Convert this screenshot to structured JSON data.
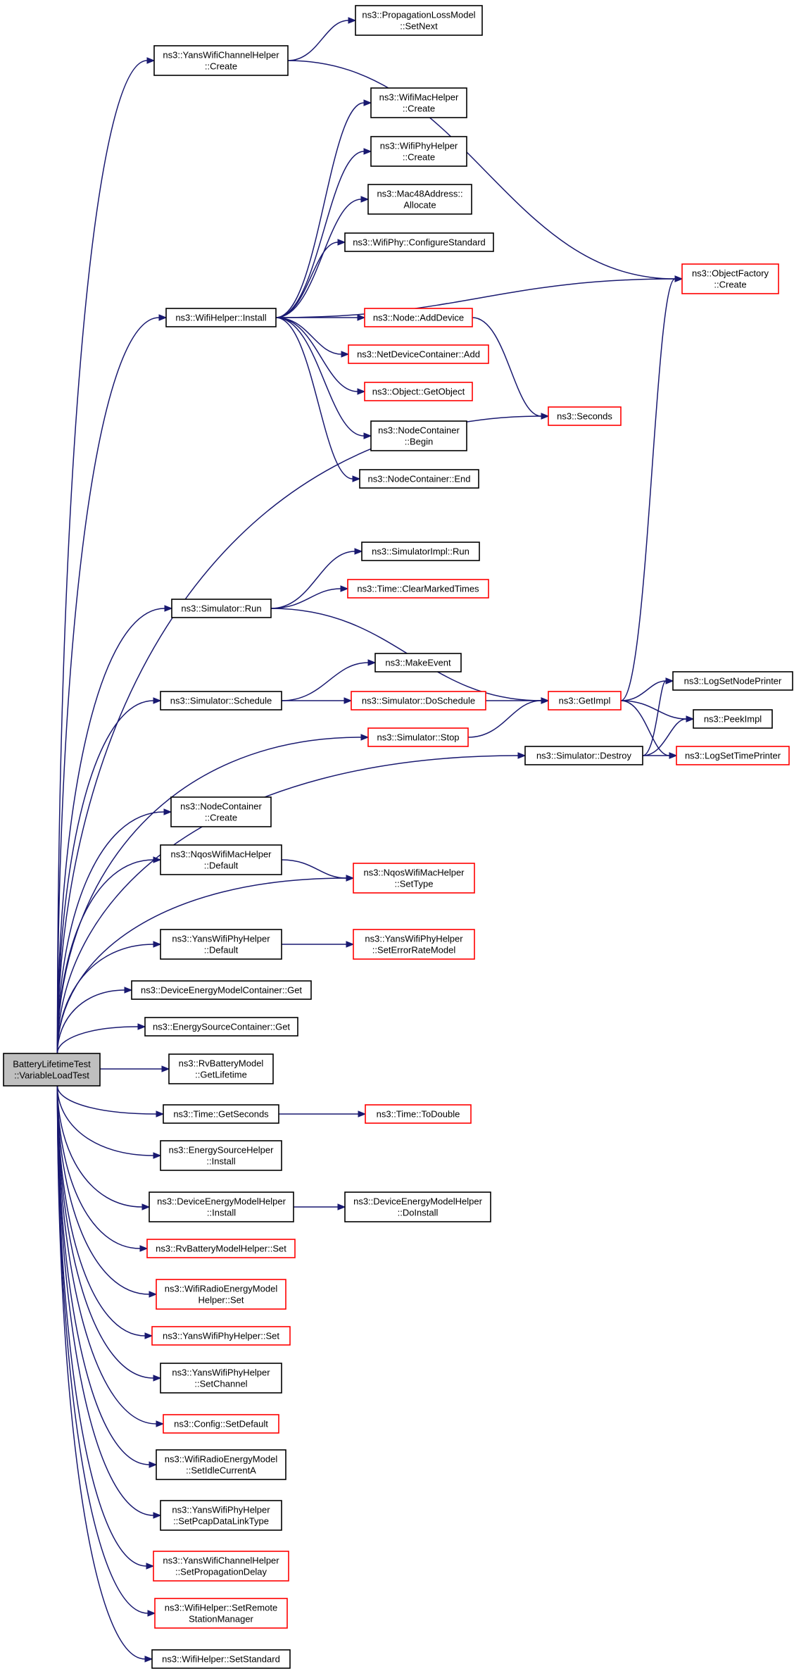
{
  "diagram": {
    "root": "BatteryLifetimeTest::VariableLoadTest",
    "nodes": [
      {
        "id": "root",
        "lines": [
          "BatteryLifetimeTest",
          "::VariableLoadTest"
        ],
        "style": "root"
      },
      {
        "id": "yans_chan_create",
        "lines": [
          "ns3::YansWifiChannelHelper",
          "::Create"
        ],
        "style": "normal"
      },
      {
        "id": "prop_setnext",
        "lines": [
          "ns3::PropagationLossModel",
          "::SetNext"
        ],
        "style": "normal"
      },
      {
        "id": "mac_create",
        "lines": [
          "ns3::WifiMacHelper",
          "::Create"
        ],
        "style": "normal"
      },
      {
        "id": "phy_create",
        "lines": [
          "ns3::WifiPhyHelper",
          "::Create"
        ],
        "style": "normal"
      },
      {
        "id": "mac48_alloc",
        "lines": [
          "ns3::Mac48Address::",
          "Allocate"
        ],
        "style": "normal"
      },
      {
        "id": "configstd",
        "lines": [
          "ns3::WifiPhy::ConfigureStandard"
        ],
        "style": "normal"
      },
      {
        "id": "objfactory",
        "lines": [
          "ns3::ObjectFactory",
          "::Create"
        ],
        "style": "red"
      },
      {
        "id": "wifi_install",
        "lines": [
          "ns3::WifiHelper::Install"
        ],
        "style": "normal"
      },
      {
        "id": "node_adddev",
        "lines": [
          "ns3::Node::AddDevice"
        ],
        "style": "red"
      },
      {
        "id": "ndc_add",
        "lines": [
          "ns3::NetDeviceContainer::Add"
        ],
        "style": "red"
      },
      {
        "id": "getobject",
        "lines": [
          "ns3::Object::GetObject"
        ],
        "style": "red"
      },
      {
        "id": "seconds",
        "lines": [
          "ns3::Seconds"
        ],
        "style": "red"
      },
      {
        "id": "nc_begin",
        "lines": [
          "ns3::NodeContainer",
          "::Begin"
        ],
        "style": "normal"
      },
      {
        "id": "nc_end",
        "lines": [
          "ns3::NodeContainer::End"
        ],
        "style": "normal"
      },
      {
        "id": "simimpl_run",
        "lines": [
          "ns3::SimulatorImpl::Run"
        ],
        "style": "normal"
      },
      {
        "id": "sim_run",
        "lines": [
          "ns3::Simulator::Run"
        ],
        "style": "normal"
      },
      {
        "id": "clearmarked",
        "lines": [
          "ns3::Time::ClearMarkedTimes"
        ],
        "style": "red"
      },
      {
        "id": "makeevent",
        "lines": [
          "ns3::MakeEvent"
        ],
        "style": "normal"
      },
      {
        "id": "lognodeprinter",
        "lines": [
          "ns3::LogSetNodePrinter"
        ],
        "style": "normal"
      },
      {
        "id": "sim_schedule",
        "lines": [
          "ns3::Simulator::Schedule"
        ],
        "style": "normal"
      },
      {
        "id": "sim_doschedule",
        "lines": [
          "ns3::Simulator::DoSchedule"
        ],
        "style": "red"
      },
      {
        "id": "getimpl",
        "lines": [
          "ns3::GetImpl"
        ],
        "style": "red"
      },
      {
        "id": "peekimpl",
        "lines": [
          "ns3::PeekImpl"
        ],
        "style": "normal"
      },
      {
        "id": "sim_stop",
        "lines": [
          "ns3::Simulator::Stop"
        ],
        "style": "red"
      },
      {
        "id": "sim_destroy",
        "lines": [
          "ns3::Simulator::Destroy"
        ],
        "style": "normal"
      },
      {
        "id": "logtimeprinter",
        "lines": [
          "ns3::LogSetTimePrinter"
        ],
        "style": "red"
      },
      {
        "id": "nc_create",
        "lines": [
          "ns3::NodeContainer",
          "::Create"
        ],
        "style": "normal"
      },
      {
        "id": "nqos_default",
        "lines": [
          "ns3::NqosWifiMacHelper",
          "::Default"
        ],
        "style": "normal"
      },
      {
        "id": "nqos_settype",
        "lines": [
          "ns3::NqosWifiMacHelper",
          "::SetType"
        ],
        "style": "red"
      },
      {
        "id": "yansphy_default",
        "lines": [
          "ns3::YansWifiPhyHelper",
          "::Default"
        ],
        "style": "normal"
      },
      {
        "id": "yansphy_seterr",
        "lines": [
          "ns3::YansWifiPhyHelper",
          "::SetErrorRateModel"
        ],
        "style": "red"
      },
      {
        "id": "demc_get",
        "lines": [
          "ns3::DeviceEnergyModelContainer::Get"
        ],
        "style": "normal"
      },
      {
        "id": "esc_get",
        "lines": [
          "ns3::EnergySourceContainer::Get"
        ],
        "style": "normal"
      },
      {
        "id": "rv_getlifetime",
        "lines": [
          "ns3::RvBatteryModel",
          "::GetLifetime"
        ],
        "style": "normal"
      },
      {
        "id": "time_getseconds",
        "lines": [
          "ns3::Time::GetSeconds"
        ],
        "style": "normal"
      },
      {
        "id": "time_todouble",
        "lines": [
          "ns3::Time::ToDouble"
        ],
        "style": "red"
      },
      {
        "id": "esh_install",
        "lines": [
          "ns3::EnergySourceHelper",
          "::Install"
        ],
        "style": "normal"
      },
      {
        "id": "demh_install",
        "lines": [
          "ns3::DeviceEnergyModelHelper",
          "::Install"
        ],
        "style": "normal"
      },
      {
        "id": "demh_doinstall",
        "lines": [
          "ns3::DeviceEnergyModelHelper",
          "::DoInstall"
        ],
        "style": "normal"
      },
      {
        "id": "rvh_set",
        "lines": [
          "ns3::RvBatteryModelHelper::Set"
        ],
        "style": "red"
      },
      {
        "id": "wremh_set",
        "lines": [
          "ns3::WifiRadioEnergyModel",
          "Helper::Set"
        ],
        "style": "red"
      },
      {
        "id": "yansphy_set",
        "lines": [
          "ns3::YansWifiPhyHelper::Set"
        ],
        "style": "red"
      },
      {
        "id": "yansphy_setchannel",
        "lines": [
          "ns3::YansWifiPhyHelper",
          "::SetChannel"
        ],
        "style": "normal"
      },
      {
        "id": "config_setdefault",
        "lines": [
          "ns3::Config::SetDefault"
        ],
        "style": "red"
      },
      {
        "id": "wrem_setidle",
        "lines": [
          "ns3::WifiRadioEnergyModel",
          "::SetIdleCurrentA"
        ],
        "style": "normal"
      },
      {
        "id": "yansphy_setpcap",
        "lines": [
          "ns3::YansWifiPhyHelper",
          "::SetPcapDataLinkType"
        ],
        "style": "normal"
      },
      {
        "id": "yanschan_setprop",
        "lines": [
          "ns3::YansWifiChannelHelper",
          "::SetPropagationDelay"
        ],
        "style": "red"
      },
      {
        "id": "wifi_setremote",
        "lines": [
          "ns3::WifiHelper::SetRemote",
          "StationManager"
        ],
        "style": "red"
      },
      {
        "id": "wifi_setstandard",
        "lines": [
          "ns3::WifiHelper::SetStandard"
        ],
        "style": "normal"
      }
    ],
    "edges": [
      [
        "root",
        "yans_chan_create"
      ],
      [
        "yans_chan_create",
        "prop_setnext"
      ],
      [
        "yans_chan_create",
        "objfactory"
      ],
      [
        "root",
        "wifi_install"
      ],
      [
        "wifi_install",
        "mac_create"
      ],
      [
        "wifi_install",
        "phy_create"
      ],
      [
        "wifi_install",
        "mac48_alloc"
      ],
      [
        "wifi_install",
        "configstd"
      ],
      [
        "wifi_install",
        "objfactory"
      ],
      [
        "wifi_install",
        "node_adddev"
      ],
      [
        "wifi_install",
        "ndc_add"
      ],
      [
        "wifi_install",
        "getobject"
      ],
      [
        "wifi_install",
        "nc_begin"
      ],
      [
        "wifi_install",
        "nc_end"
      ],
      [
        "node_adddev",
        "seconds"
      ],
      [
        "root",
        "seconds"
      ],
      [
        "root",
        "sim_run"
      ],
      [
        "sim_run",
        "simimpl_run"
      ],
      [
        "sim_run",
        "clearmarked"
      ],
      [
        "sim_run",
        "getimpl"
      ],
      [
        "root",
        "sim_schedule"
      ],
      [
        "sim_schedule",
        "makeevent"
      ],
      [
        "sim_schedule",
        "sim_doschedule"
      ],
      [
        "sim_doschedule",
        "getimpl"
      ],
      [
        "root",
        "sim_stop"
      ],
      [
        "sim_stop",
        "getimpl"
      ],
      [
        "root",
        "sim_destroy"
      ],
      [
        "sim_destroy",
        "lognodeprinter"
      ],
      [
        "sim_destroy",
        "peekimpl"
      ],
      [
        "sim_destroy",
        "logtimeprinter"
      ],
      [
        "getimpl",
        "objfactory"
      ],
      [
        "getimpl",
        "lognodeprinter"
      ],
      [
        "getimpl",
        "peekimpl"
      ],
      [
        "getimpl",
        "logtimeprinter"
      ],
      [
        "root",
        "nc_create"
      ],
      [
        "root",
        "nqos_default"
      ],
      [
        "nqos_default",
        "nqos_settype"
      ],
      [
        "root",
        "nqos_settype"
      ],
      [
        "root",
        "yansphy_default"
      ],
      [
        "yansphy_default",
        "yansphy_seterr"
      ],
      [
        "root",
        "demc_get"
      ],
      [
        "root",
        "esc_get"
      ],
      [
        "root",
        "rv_getlifetime"
      ],
      [
        "root",
        "time_getseconds"
      ],
      [
        "time_getseconds",
        "time_todouble"
      ],
      [
        "root",
        "esh_install"
      ],
      [
        "root",
        "demh_install"
      ],
      [
        "demh_install",
        "demh_doinstall"
      ],
      [
        "root",
        "rvh_set"
      ],
      [
        "root",
        "wremh_set"
      ],
      [
        "root",
        "yansphy_set"
      ],
      [
        "root",
        "yansphy_setchannel"
      ],
      [
        "root",
        "config_setdefault"
      ],
      [
        "root",
        "wrem_setidle"
      ],
      [
        "root",
        "yansphy_setpcap"
      ],
      [
        "root",
        "yanschan_setprop"
      ],
      [
        "root",
        "wifi_setremote"
      ],
      [
        "root",
        "wifi_setstandard"
      ]
    ]
  }
}
